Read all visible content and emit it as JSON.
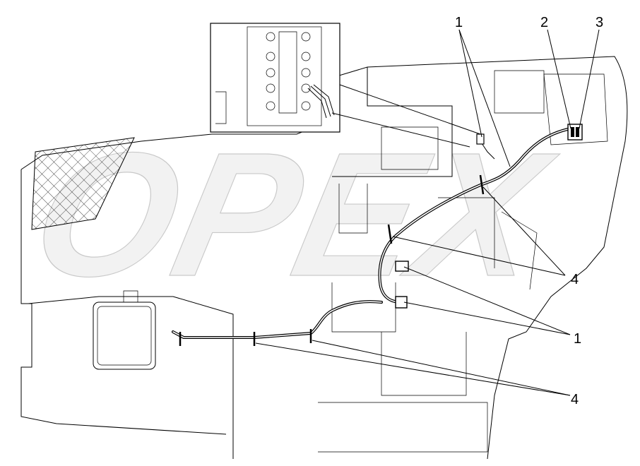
{
  "diagram": {
    "callouts": {
      "c1_top": "1",
      "c2": "2",
      "c3": "3",
      "c4_mid": "4",
      "c1_mid": "1",
      "c4_bottom": "4"
    },
    "watermark_text": "OPEX",
    "colors": {
      "line": "#000000",
      "background": "#ffffff",
      "watermark_fill": "#f2f2f2",
      "watermark_stroke": "#c9c9c9"
    }
  }
}
